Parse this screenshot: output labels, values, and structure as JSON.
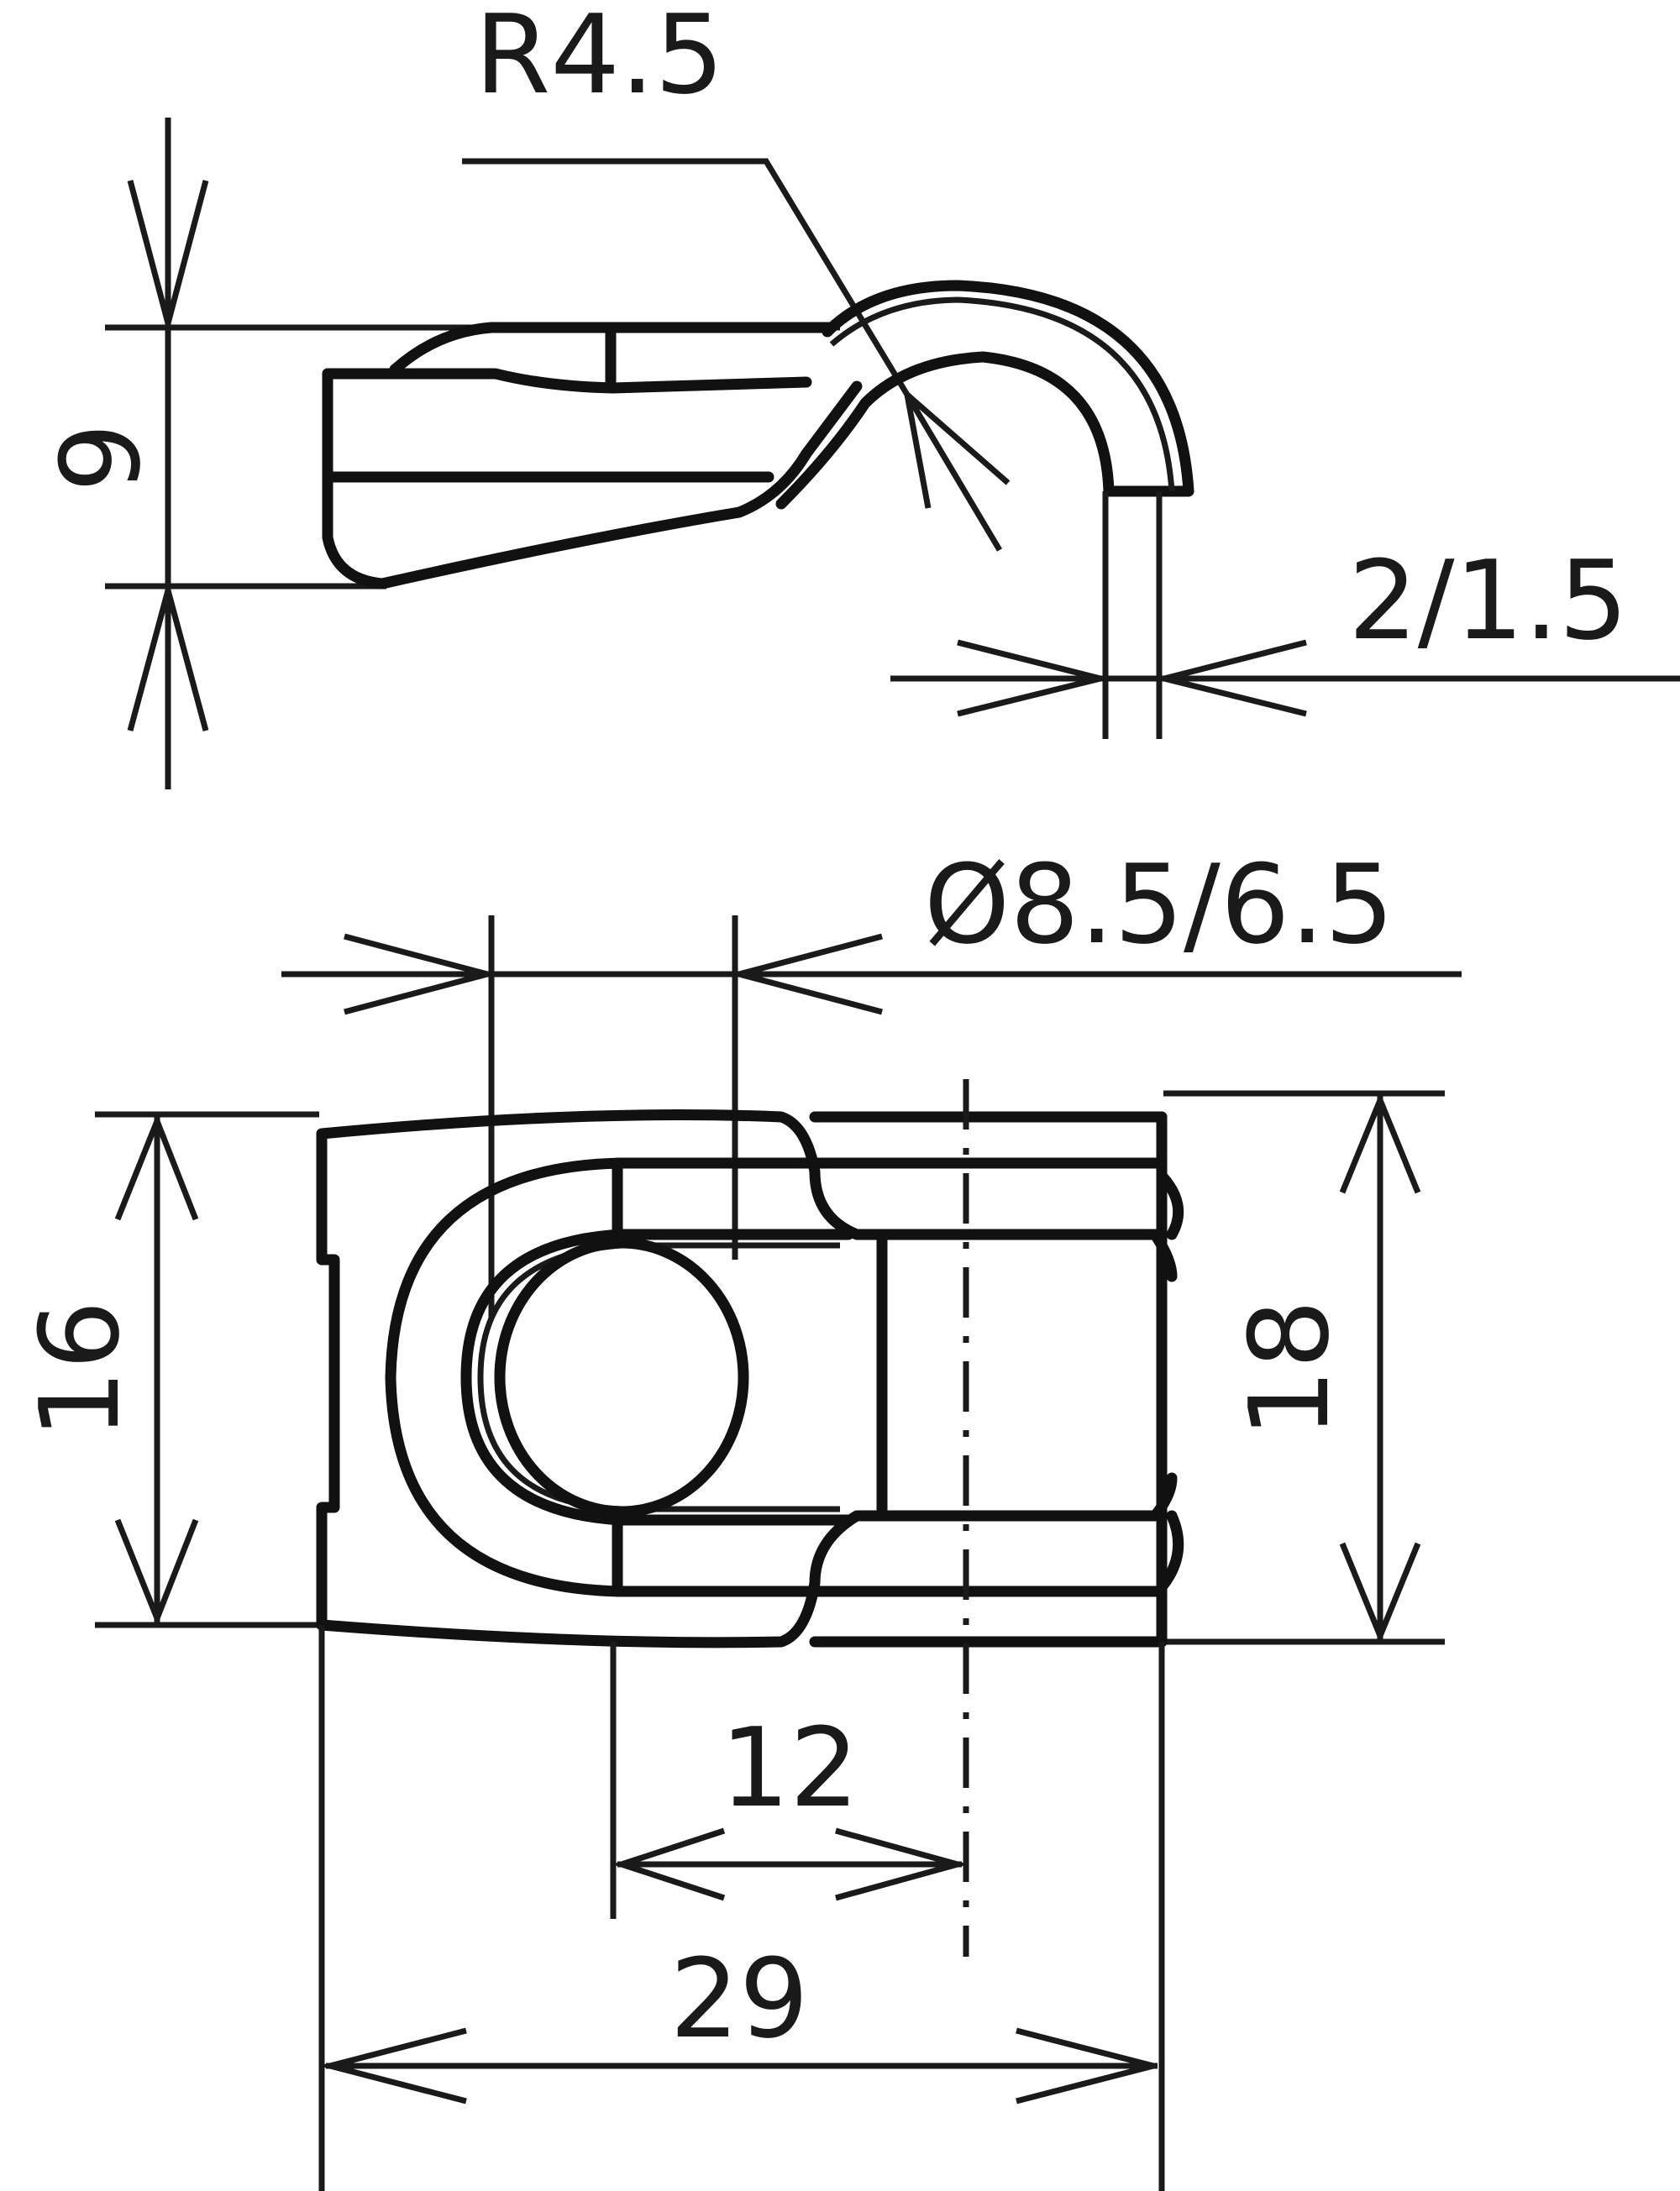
{
  "drawing": {
    "side_view": {
      "radius_label": "R4.5",
      "height_label": "9",
      "thickness_label": "2/1.5"
    },
    "top_view": {
      "hole_diameter_label": "Ø8.5/6.5",
      "left_height_label": "16",
      "right_height_label": "18",
      "center_distance_label": "12",
      "overall_length_label": "29"
    },
    "colors": {
      "line": "#1a1a1a",
      "background": "#ffffff"
    }
  }
}
